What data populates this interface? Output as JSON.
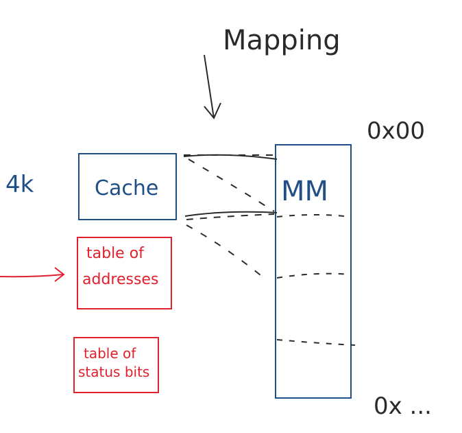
{
  "labels": {
    "mapping": "Mapping",
    "address_start": "0x00",
    "address_end": "0x ...",
    "cache_size": "4k",
    "cache": "Cache",
    "main_memory": "MM",
    "table_addresses_line1": "table of",
    "table_addresses_line2": "addresses",
    "table_status_line1": "table of",
    "table_status_line2": "status bits"
  },
  "colors": {
    "ink": "#2a2a2a",
    "blue": "#1f4f86",
    "red": "#e0202c"
  }
}
